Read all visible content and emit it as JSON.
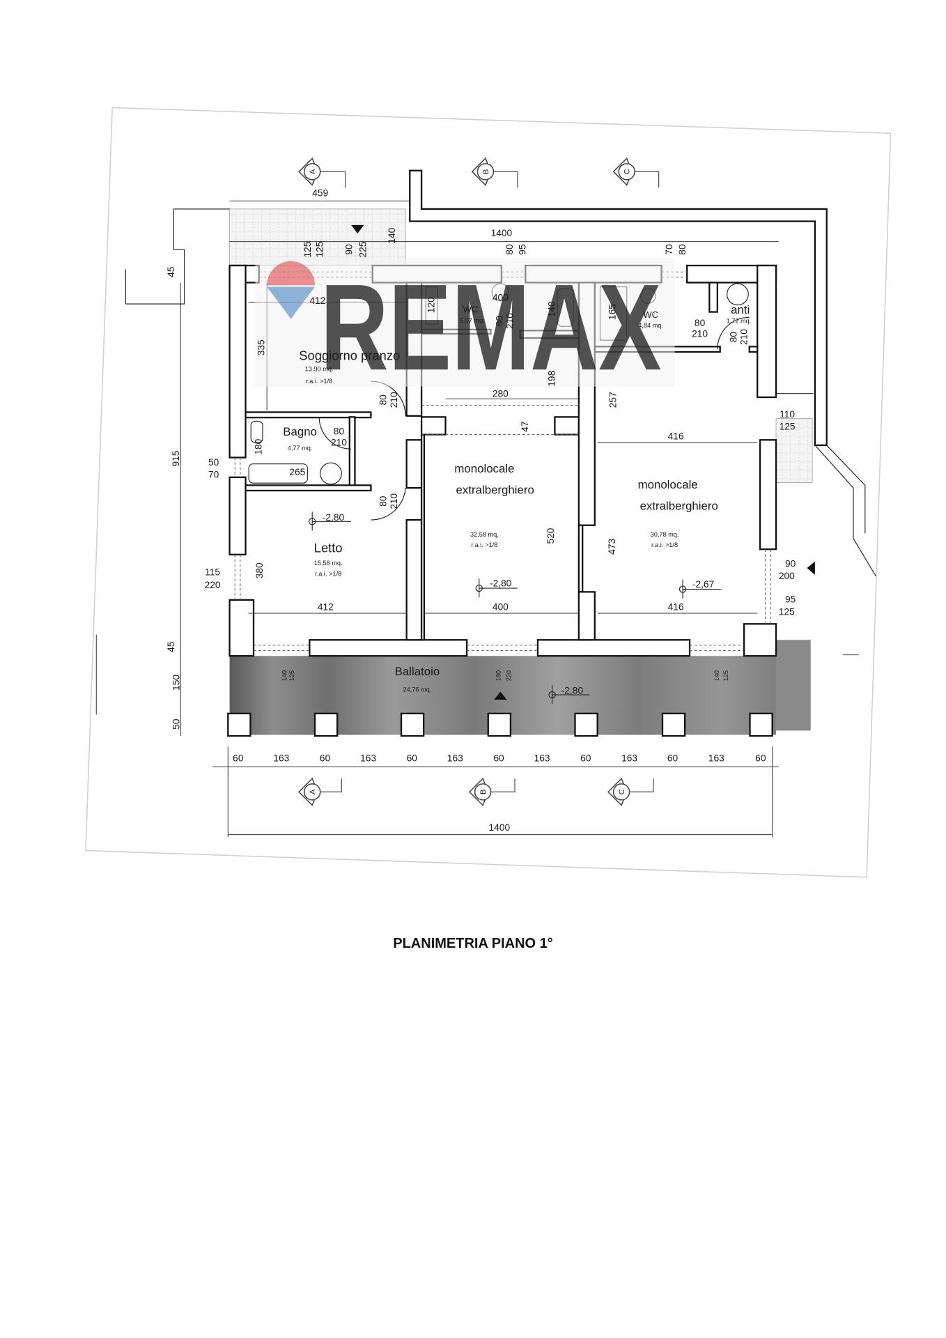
{
  "caption": "PLANIMETRIA PIANO 1°",
  "watermark": {
    "text": "REMAX",
    "logo_colors": {
      "top": "#e0474c",
      "bottom": "#4a84c4"
    },
    "text_color": "#7a7a7a"
  },
  "section_markers": {
    "top": [
      "A",
      "B",
      "C"
    ],
    "bottom": [
      "A",
      "B",
      "C"
    ]
  },
  "rooms": {
    "soggiorno": {
      "name": "Soggiorno pranzo",
      "area": "13.90 mq.",
      "rai": "r.a.i. >1/8"
    },
    "wc1": {
      "name": "WC",
      "area": "5,07 mq."
    },
    "wc2": {
      "name": "WC",
      "area": "4,84 mq."
    },
    "anti": {
      "name": "anti",
      "area": "1,72 mq."
    },
    "bagno": {
      "name": "Bagno",
      "area": "4,77 mq."
    },
    "letto": {
      "name": "Letto",
      "area": "15,56 mq.",
      "rai": "r.a.i. >1/8",
      "level": "-2,80"
    },
    "monolocale1": {
      "name_line1": "monolocale",
      "name_line2": "extralberghiero",
      "area": "32,58 mq.",
      "rai": "r.a.i. >1/8",
      "level": "-2,80"
    },
    "monolocale2": {
      "name_line1": "monolocale",
      "name_line2": "extralberghiero",
      "area": "30,78 mq.",
      "rai": "r.a.i. >1/8",
      "level": "-2,67"
    },
    "ballatoio": {
      "name": "Ballatoio",
      "area": "24,76 mq.",
      "level": "-2,80"
    }
  },
  "dimensions": {
    "terrace_width": "459",
    "top_overall": "1400",
    "terrace_depth": "140",
    "top_small": [
      "125",
      "125",
      "90",
      "225",
      "80",
      "95",
      "70",
      "80"
    ],
    "left_wall": "45",
    "left_overall": "915",
    "window_bagno": [
      "50",
      "70"
    ],
    "window_letto": [
      "115",
      "220"
    ],
    "left_bottom": [
      "45",
      "150",
      "50"
    ],
    "soggiorno": {
      "width": "412",
      "depth": "335",
      "door": [
        "80",
        "210"
      ]
    },
    "wc1": {
      "depth": "120",
      "width": "400",
      "door": [
        "80",
        "210"
      ],
      "side": "140"
    },
    "wc2": {
      "depth": "165"
    },
    "anti": {
      "door1": [
        "80",
        "210"
      ],
      "door2": [
        "80",
        "210"
      ]
    },
    "corridor": {
      "width": "280",
      "depth": "198",
      "step": "47"
    },
    "bagno": {
      "depth": "180",
      "door": [
        "80",
        "210"
      ],
      "bath": "265"
    },
    "letto": {
      "door": [
        "80",
        "210"
      ],
      "depth": "380",
      "width": "412"
    },
    "monolocale1": {
      "depth": "520",
      "width": "400"
    },
    "monolocale2": {
      "top_width": "416",
      "top_depth": "257",
      "depth": "473",
      "width": "416",
      "door": [
        "110",
        "125"
      ],
      "window1": [
        "90",
        "200"
      ],
      "window2": [
        "95",
        "125"
      ]
    },
    "ballatoio_openings": [
      [
        "140",
        "125"
      ],
      [
        "180",
        "220"
      ],
      [
        "140",
        "125"
      ]
    ],
    "columns": [
      "60",
      "163",
      "60",
      "163",
      "60",
      "163",
      "60",
      "163",
      "60",
      "163",
      "60",
      "163",
      "60"
    ],
    "bottom_overall": "1400"
  }
}
